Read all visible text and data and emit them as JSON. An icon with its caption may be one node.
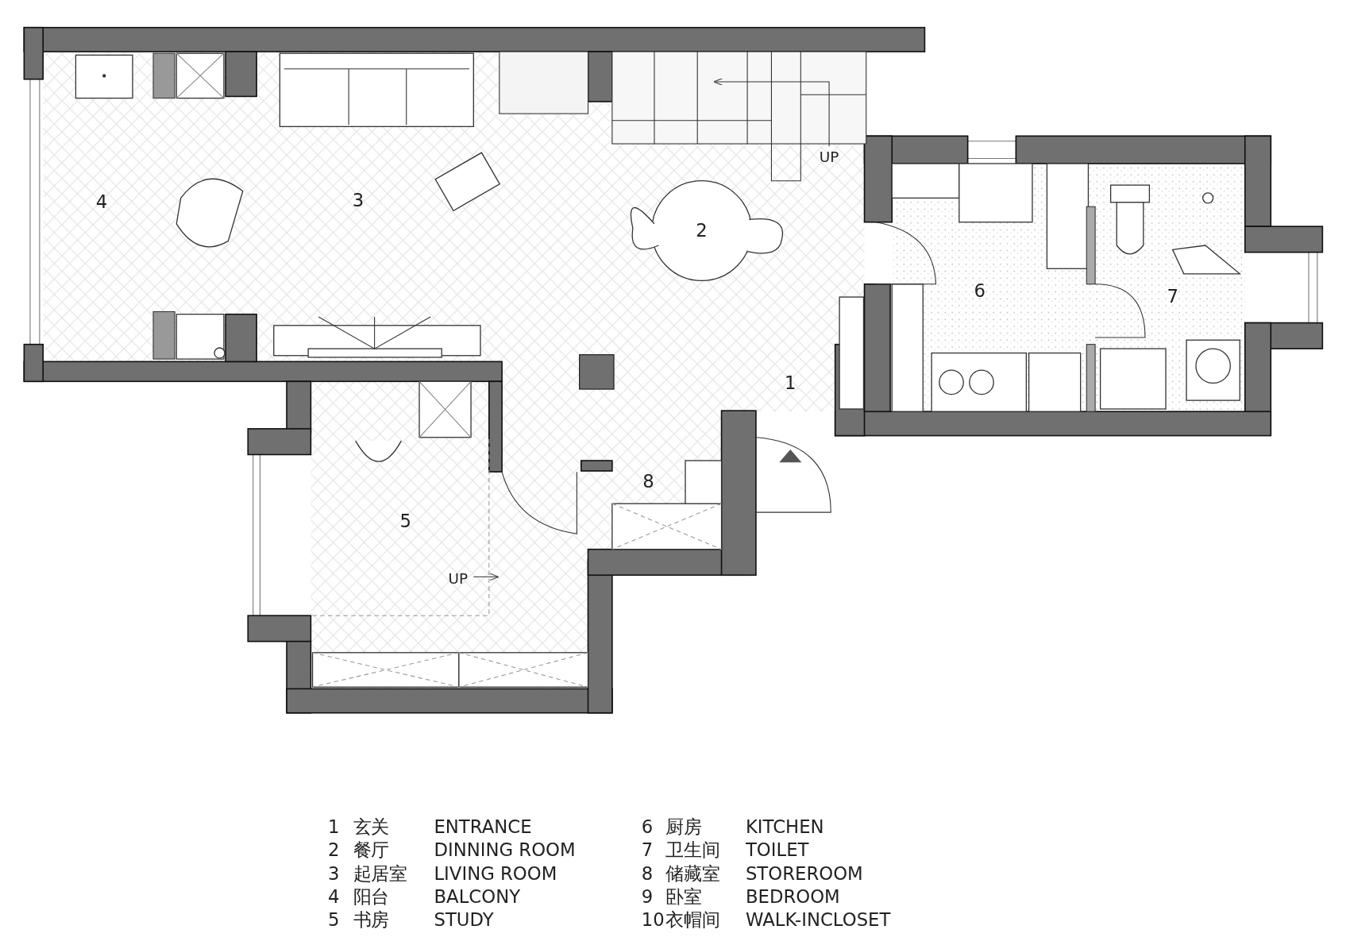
{
  "diagram": {
    "labels": [
      "4",
      "3",
      "2",
      "UP",
      "6",
      "7",
      "1",
      "8",
      "5",
      "UP",
      "1",
      "玄关",
      "ENTRANCE",
      "6",
      "厨房",
      "KITCHEN",
      "2",
      "餐厅",
      "DINNING ROOM",
      "7",
      "卫生间",
      "TOILET",
      "3",
      "起居室",
      "LIVING ROOM",
      "8",
      "储藏室",
      "STOREROOM",
      "4",
      "阳台",
      "BALCONY",
      "9",
      "卧室",
      "BEDROOM",
      "5",
      "书房",
      "STUDY",
      "10",
      "衣帽间",
      "WALK-INCLOSET"
    ]
  }
}
